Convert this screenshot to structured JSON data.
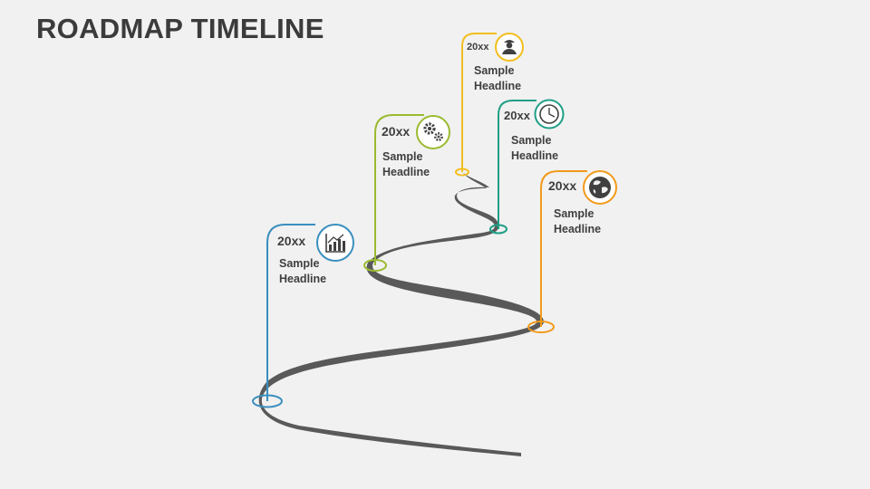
{
  "title": "ROADMAP TIMELINE",
  "colors": {
    "road": "#595959",
    "blue": "#3a8fbf",
    "green": "#9bbb31",
    "yellow": "#f2be1e",
    "teal": "#1f9f86",
    "orange": "#f29a1a",
    "icon": "#404040"
  },
  "milestones": [
    {
      "year": "20xx",
      "headline_line1": "Sample",
      "headline_line2": "Headline",
      "icon": "chart-icon"
    },
    {
      "year": "20xx",
      "headline_line1": "Sample",
      "headline_line2": "Headline",
      "icon": "gears-icon"
    },
    {
      "year": "20xx",
      "headline_line1": "Sample",
      "headline_line2": "Headline",
      "icon": "person-icon"
    },
    {
      "year": "20xx",
      "headline_line1": "Sample",
      "headline_line2": "Headline",
      "icon": "clock-icon"
    },
    {
      "year": "20xx",
      "headline_line1": "Sample",
      "headline_line2": "Headline",
      "icon": "globe-icon"
    }
  ]
}
